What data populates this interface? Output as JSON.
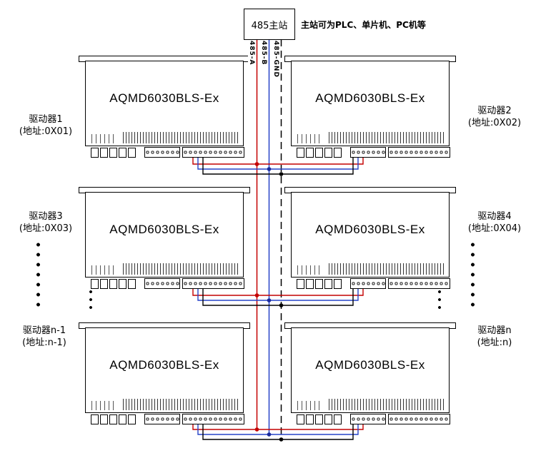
{
  "master": {
    "label": "485主站",
    "note": "主站可为PLC、单片机、PC机等"
  },
  "bus": {
    "a_label": "485-A",
    "b_label": "485-B",
    "gnd_label": "485-GND",
    "a_color": "#c40000",
    "b_color": "#2743c8",
    "gnd_color": "#000000"
  },
  "drivers": [
    {
      "model": "AQMD6030BLS-Ex",
      "name": "驱动器1",
      "address": "(地址:0X01)",
      "side": "left"
    },
    {
      "model": "AQMD6030BLS-Ex",
      "name": "驱动器2",
      "address": "(地址:0X02)",
      "side": "right"
    },
    {
      "model": "AQMD6030BLS-Ex",
      "name": "驱动器3",
      "address": "(地址:0X03)",
      "side": "left"
    },
    {
      "model": "AQMD6030BLS-Ex",
      "name": "驱动器4",
      "address": "(地址:0X04)",
      "side": "right"
    },
    {
      "model": "AQMD6030BLS-Ex",
      "name": "驱动器n-1",
      "address": "(地址:n-1)",
      "side": "left"
    },
    {
      "model": "AQMD6030BLS-Ex",
      "name": "驱动器n",
      "address": "(地址:n)",
      "side": "right"
    }
  ]
}
